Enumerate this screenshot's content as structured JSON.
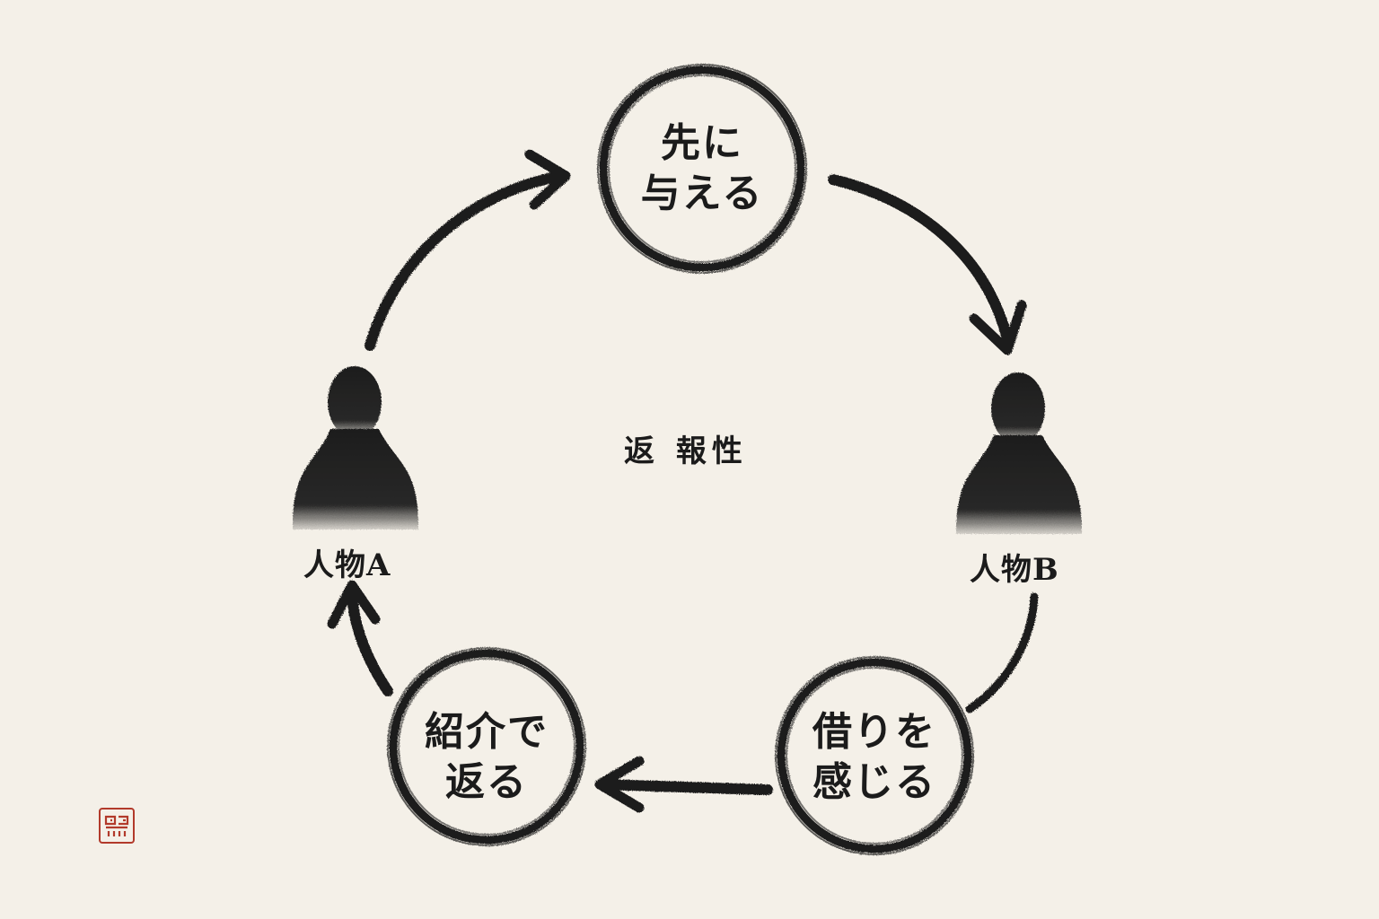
{
  "diagram": {
    "center_label": "返 報性",
    "nodes": {
      "give_first": {
        "line1": "先に",
        "line2": "与える"
      },
      "feel_debt": {
        "line1": "借りを",
        "line2": "感じる"
      },
      "return_by_referral": {
        "line1": "紹介で",
        "line2": "返る"
      }
    },
    "people": {
      "a": "人物A",
      "b": "人物B"
    }
  },
  "colors": {
    "ink": "#1b1b1b",
    "paper": "#f4f0e8",
    "seal": "#b23a2b"
  }
}
